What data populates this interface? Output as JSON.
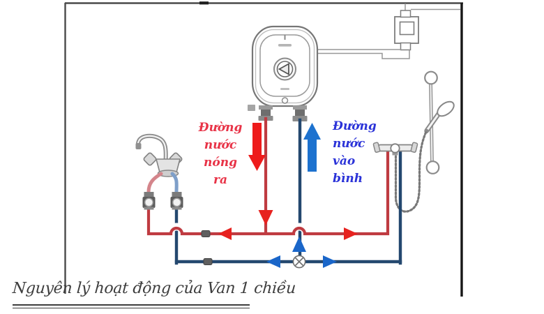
{
  "caption": {
    "text": "Nguyên lý hoạt động của Van 1 chiều"
  },
  "labels": {
    "hot_out": {
      "lines": [
        "Đường",
        "nước",
        "nóng",
        "ra"
      ]
    },
    "cold_in": {
      "lines": [
        "Đường",
        "nước",
        "vào",
        "bình"
      ]
    }
  },
  "icons": {
    "check_valve": "circle-with-x",
    "knob": "triangle-dial"
  },
  "colors": {
    "hot_pipe": "#bf3b41",
    "hot_arrow": "#e7221f",
    "hot_big": "#ee1b1b",
    "hot_hose": "#d4858b",
    "hot_label": "#e83347",
    "cold_pipe": "#24486f",
    "cold_arrow": "#1a66c9",
    "cold_big": "#1d72cf",
    "cold_hose": "#7e9fc9",
    "cold_label": "#2b33d8",
    "caption_color": "#3d3d3d",
    "wall": "#4a4a4a",
    "wall_right": "#161616"
  }
}
